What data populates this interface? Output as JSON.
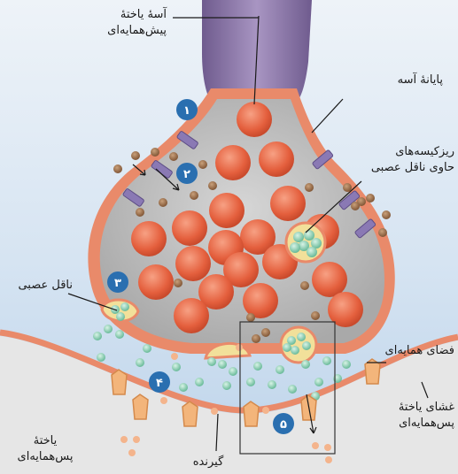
{
  "labels": {
    "presynaptic_axon_1": "آسهٔ یاختهٔ",
    "presynaptic_axon_2": "پیش‌همایه‌ای",
    "axon_terminal": "پایانهٔ آسه",
    "vesicles_1": "ریزکیسه‌های",
    "vesicles_2": "حاوی ناقل عصبی",
    "neurotransmitter": "ناقل عصبی",
    "synaptic_cleft": "فضای همایه‌ای",
    "postsyn_membrane_1": "غشای یاختهٔ",
    "postsyn_membrane_2": "پس‌همایه‌ای",
    "postsyn_cell_1": "یاختهٔ",
    "postsyn_cell_2": "پس‌همایه‌ای",
    "receptor": "گیرنده"
  },
  "steps": [
    "۱",
    "۲",
    "۳",
    "۴",
    "۵"
  ],
  "colors": {
    "axon": "#8c78a8",
    "membrane": "#e98a6a",
    "cytoplasm": "#bdbdbd",
    "vesicle": "#e25c3a",
    "neurotransmitter": "#8fd3b5",
    "step_badge": "#2a6fb0",
    "background_top": "#dfe9f5",
    "background_bottom": "#cfe0f0"
  }
}
